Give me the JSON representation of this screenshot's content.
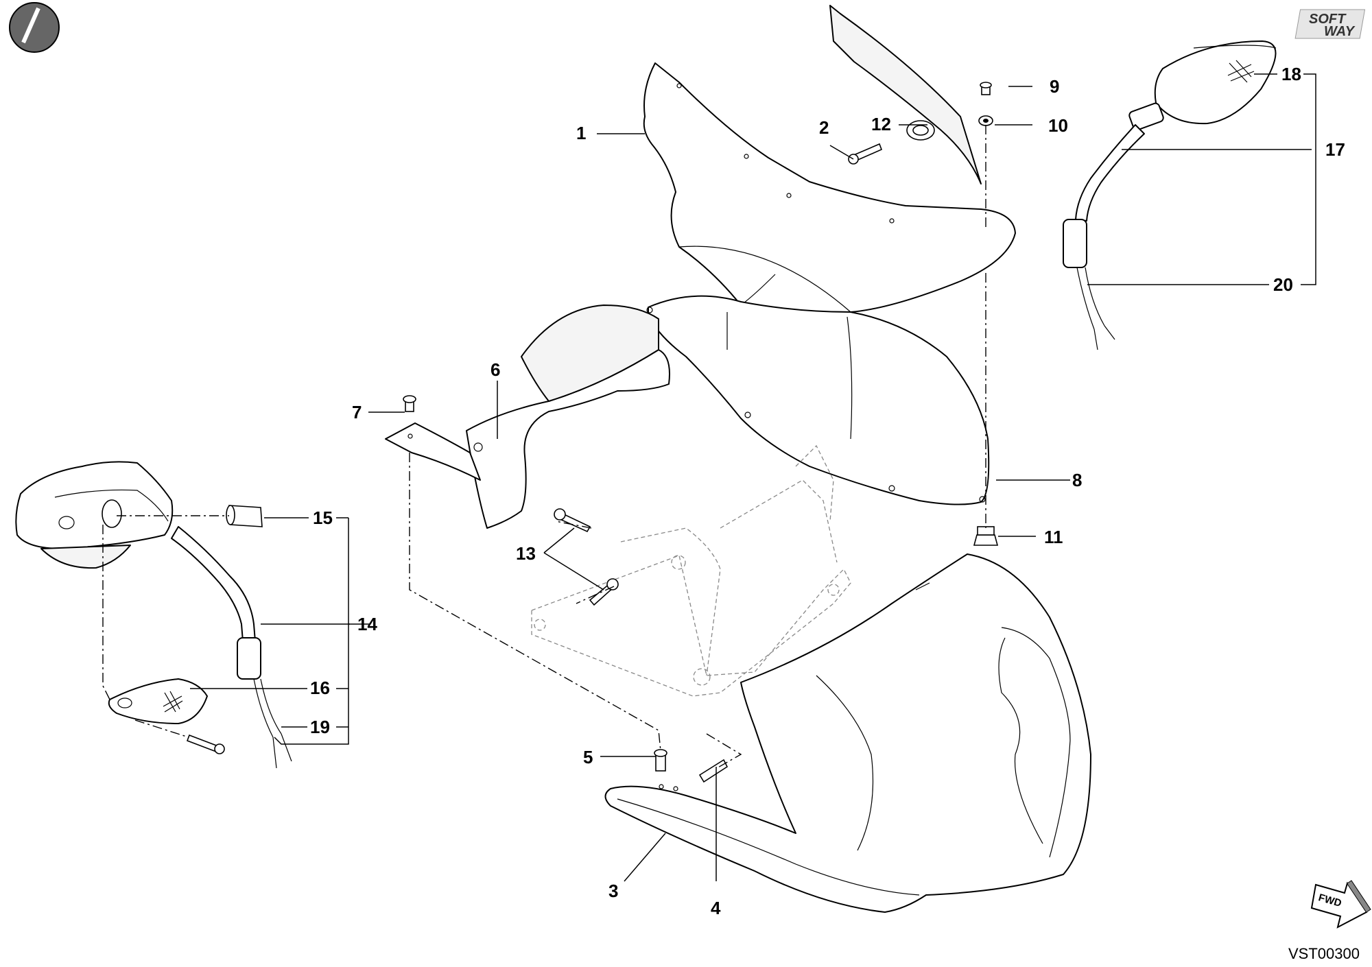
{
  "diagram_code": "VST00300",
  "brand_logo_text": [
    "SOFT",
    "WAY"
  ],
  "fwd_label": "FWD",
  "callouts": [
    "1",
    "2",
    "3",
    "4",
    "5",
    "6",
    "7",
    "8",
    "9",
    "10",
    "11",
    "12",
    "13",
    "14",
    "15",
    "16",
    "17",
    "18",
    "19",
    "20"
  ]
}
